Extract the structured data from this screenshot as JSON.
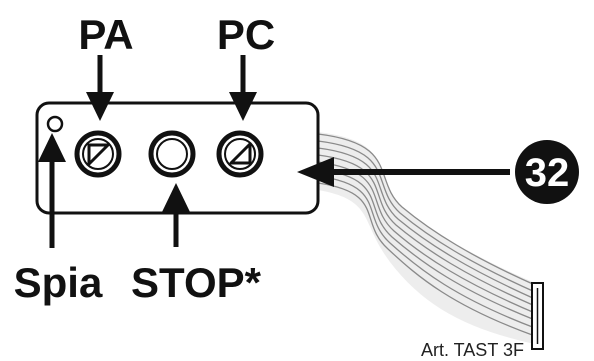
{
  "labels": {
    "pa": "PA",
    "pc": "PC",
    "spia": "Spia",
    "stop": "STOP*",
    "badge": "32",
    "article": "Art. TAST 3F"
  },
  "buttons": [
    {
      "id": "pa",
      "icon": "open-triangle-icon"
    },
    {
      "id": "stop",
      "icon": "stop-ring-icon"
    },
    {
      "id": "pc",
      "icon": "close-triangle-icon"
    }
  ],
  "indicator": {
    "icon": "led-indicator-icon"
  },
  "colors": {
    "ink": "#111111",
    "cable_line": "#8a8a8a",
    "cable_fill": "#ededed",
    "badge": "#111111"
  }
}
